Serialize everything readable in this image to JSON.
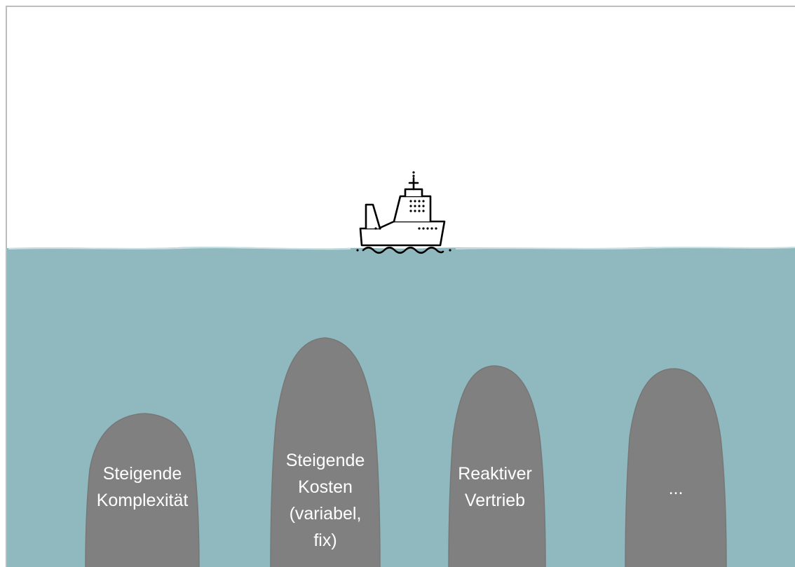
{
  "colors": {
    "water": "#8fb9be",
    "water_highlight": "#c9dfe1",
    "rock": "#808080",
    "rock_edge": "#6e6e6e",
    "ship_stroke": "#000000",
    "label_text": "#ffffff"
  },
  "ship": {
    "icon": "ship-icon"
  },
  "rocks": [
    {
      "id": "rock-1",
      "label": "Steigende\nKomplexität"
    },
    {
      "id": "rock-2",
      "label": "Steigende\nKosten\n(variabel,\nfix)"
    },
    {
      "id": "rock-3",
      "label": "Reaktiver\nVertrieb"
    },
    {
      "id": "rock-4",
      "label": "..."
    }
  ]
}
